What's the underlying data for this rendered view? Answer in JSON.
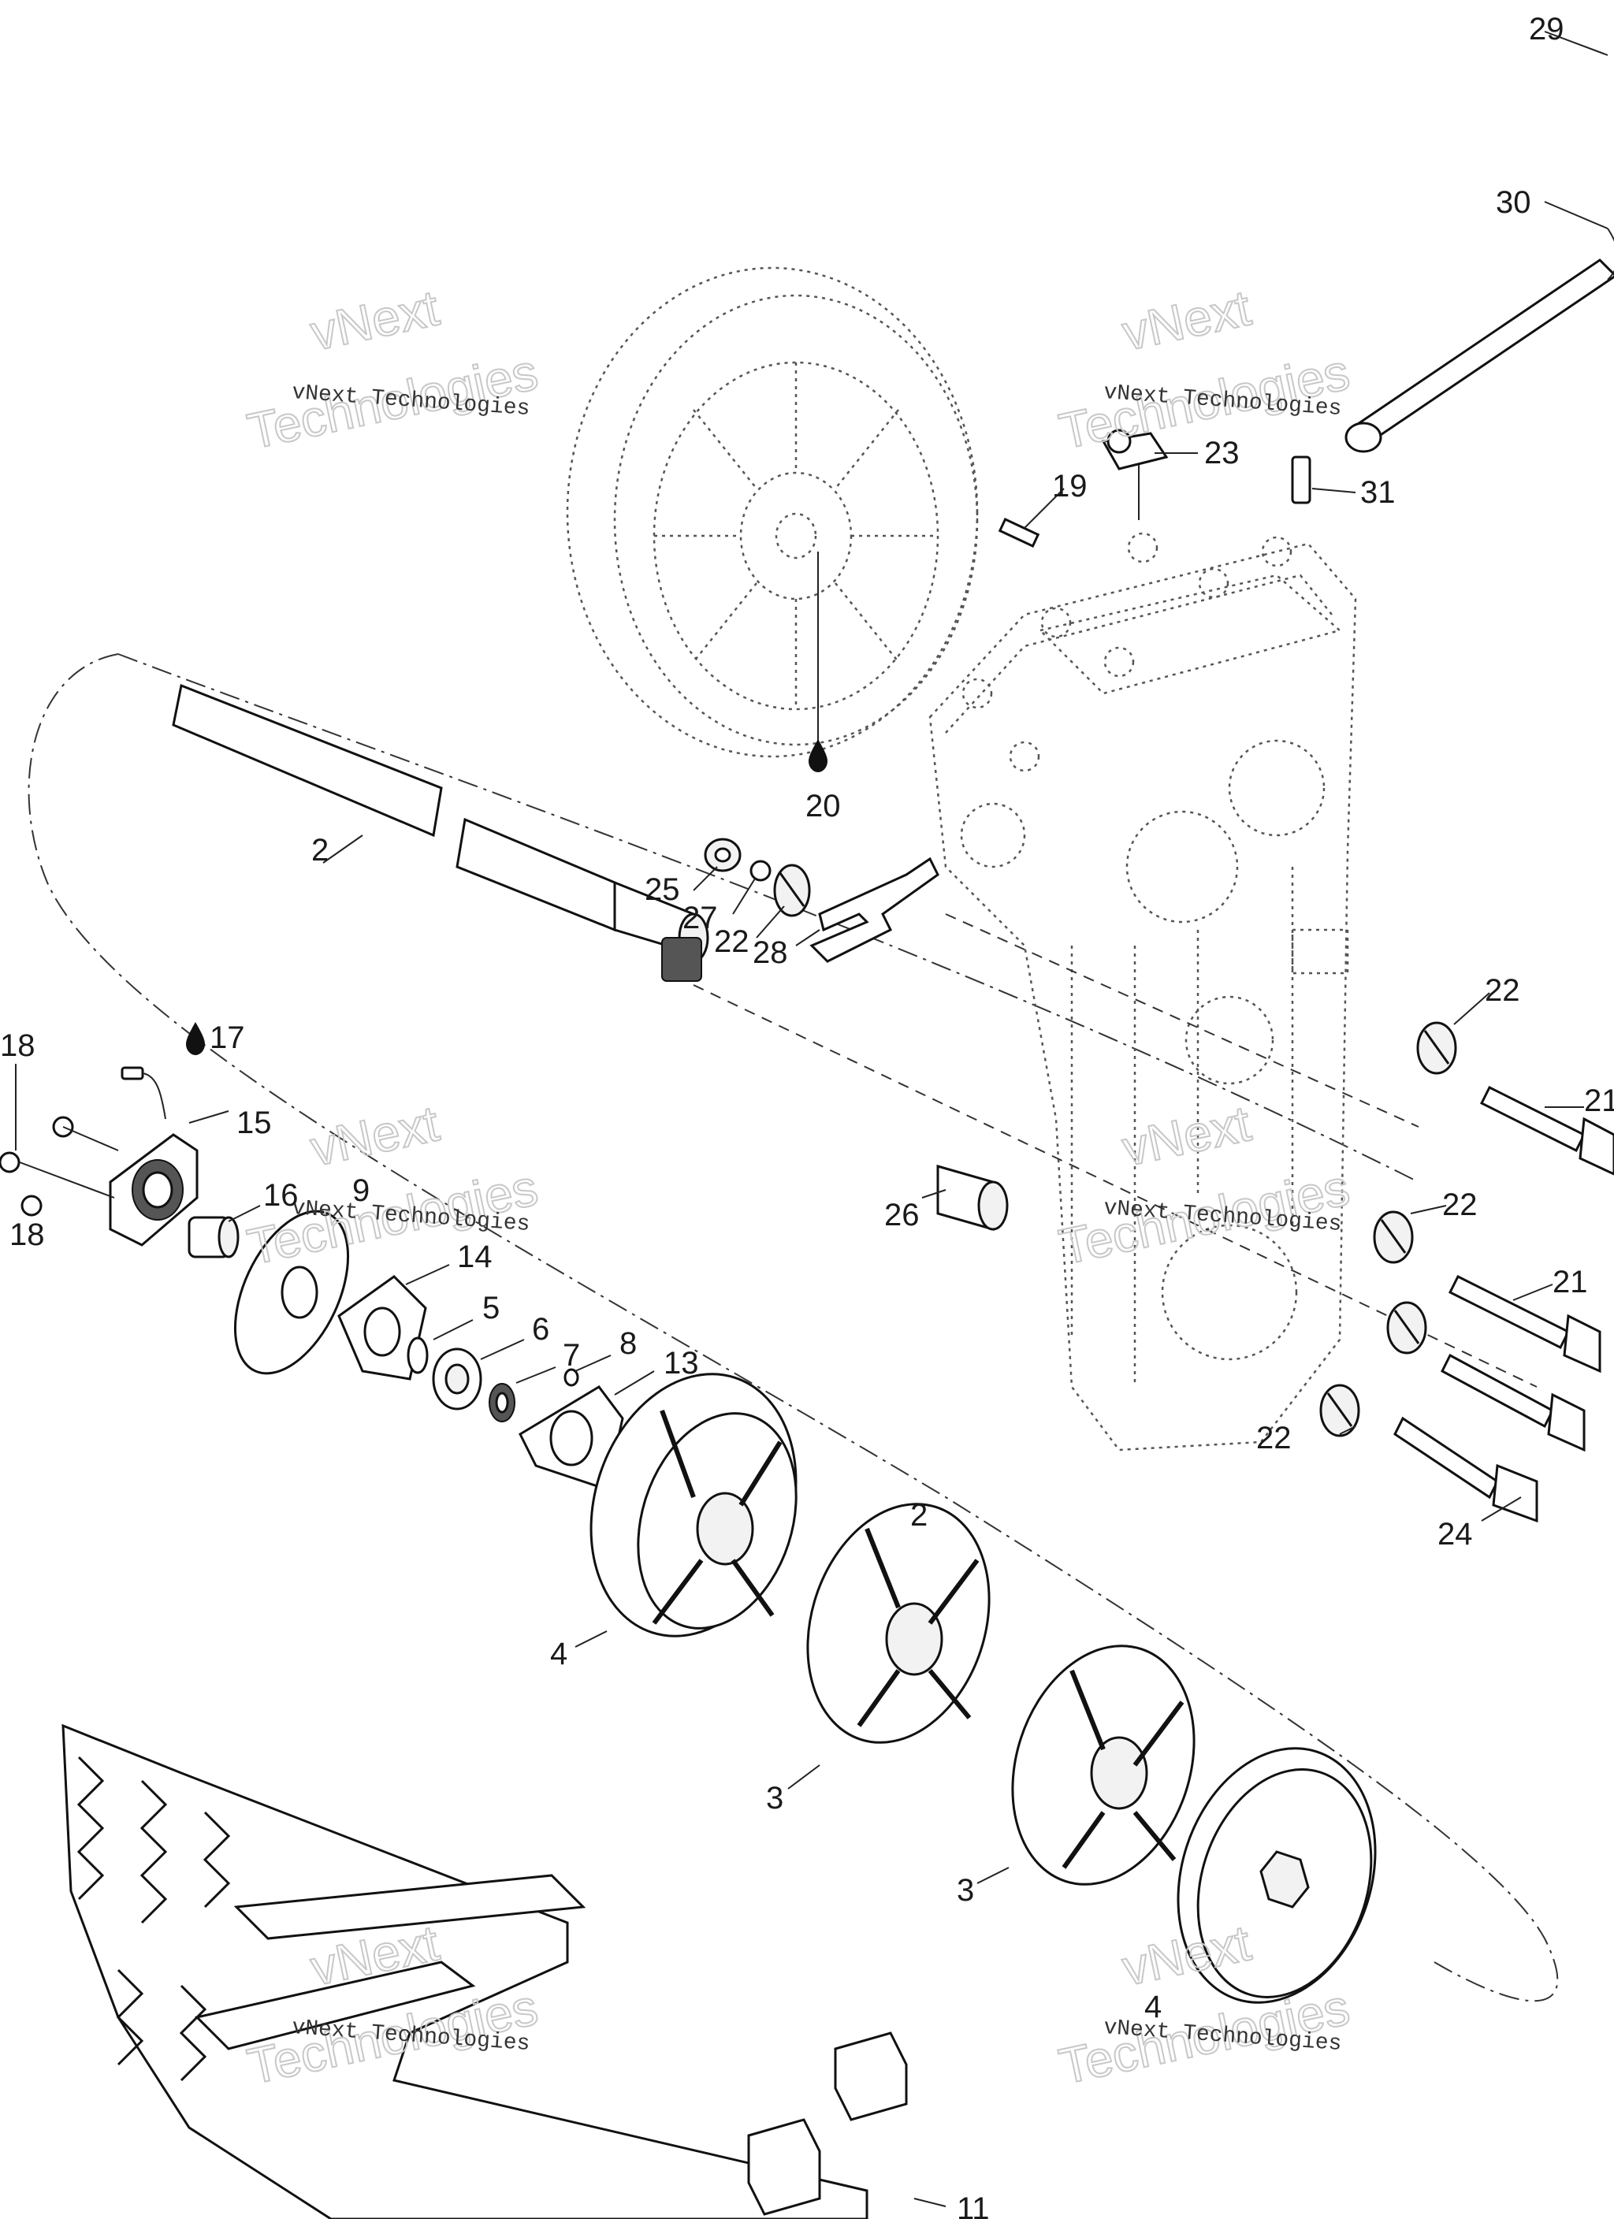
{
  "diagram": {
    "callouts": [
      "29",
      "30",
      "23",
      "31",
      "19",
      "20",
      "2",
      "25",
      "27",
      "22",
      "28",
      "17",
      "18",
      "15",
      "9",
      "16",
      "14",
      "5",
      "6",
      "7",
      "8",
      "13",
      "21",
      "26",
      "24",
      "4",
      "3",
      "11"
    ],
    "watermark": {
      "line": "vNext Technologies",
      "big_top": "vNext",
      "big_bottom": "Technologies"
    },
    "oil_symbol": "drop-icon"
  }
}
